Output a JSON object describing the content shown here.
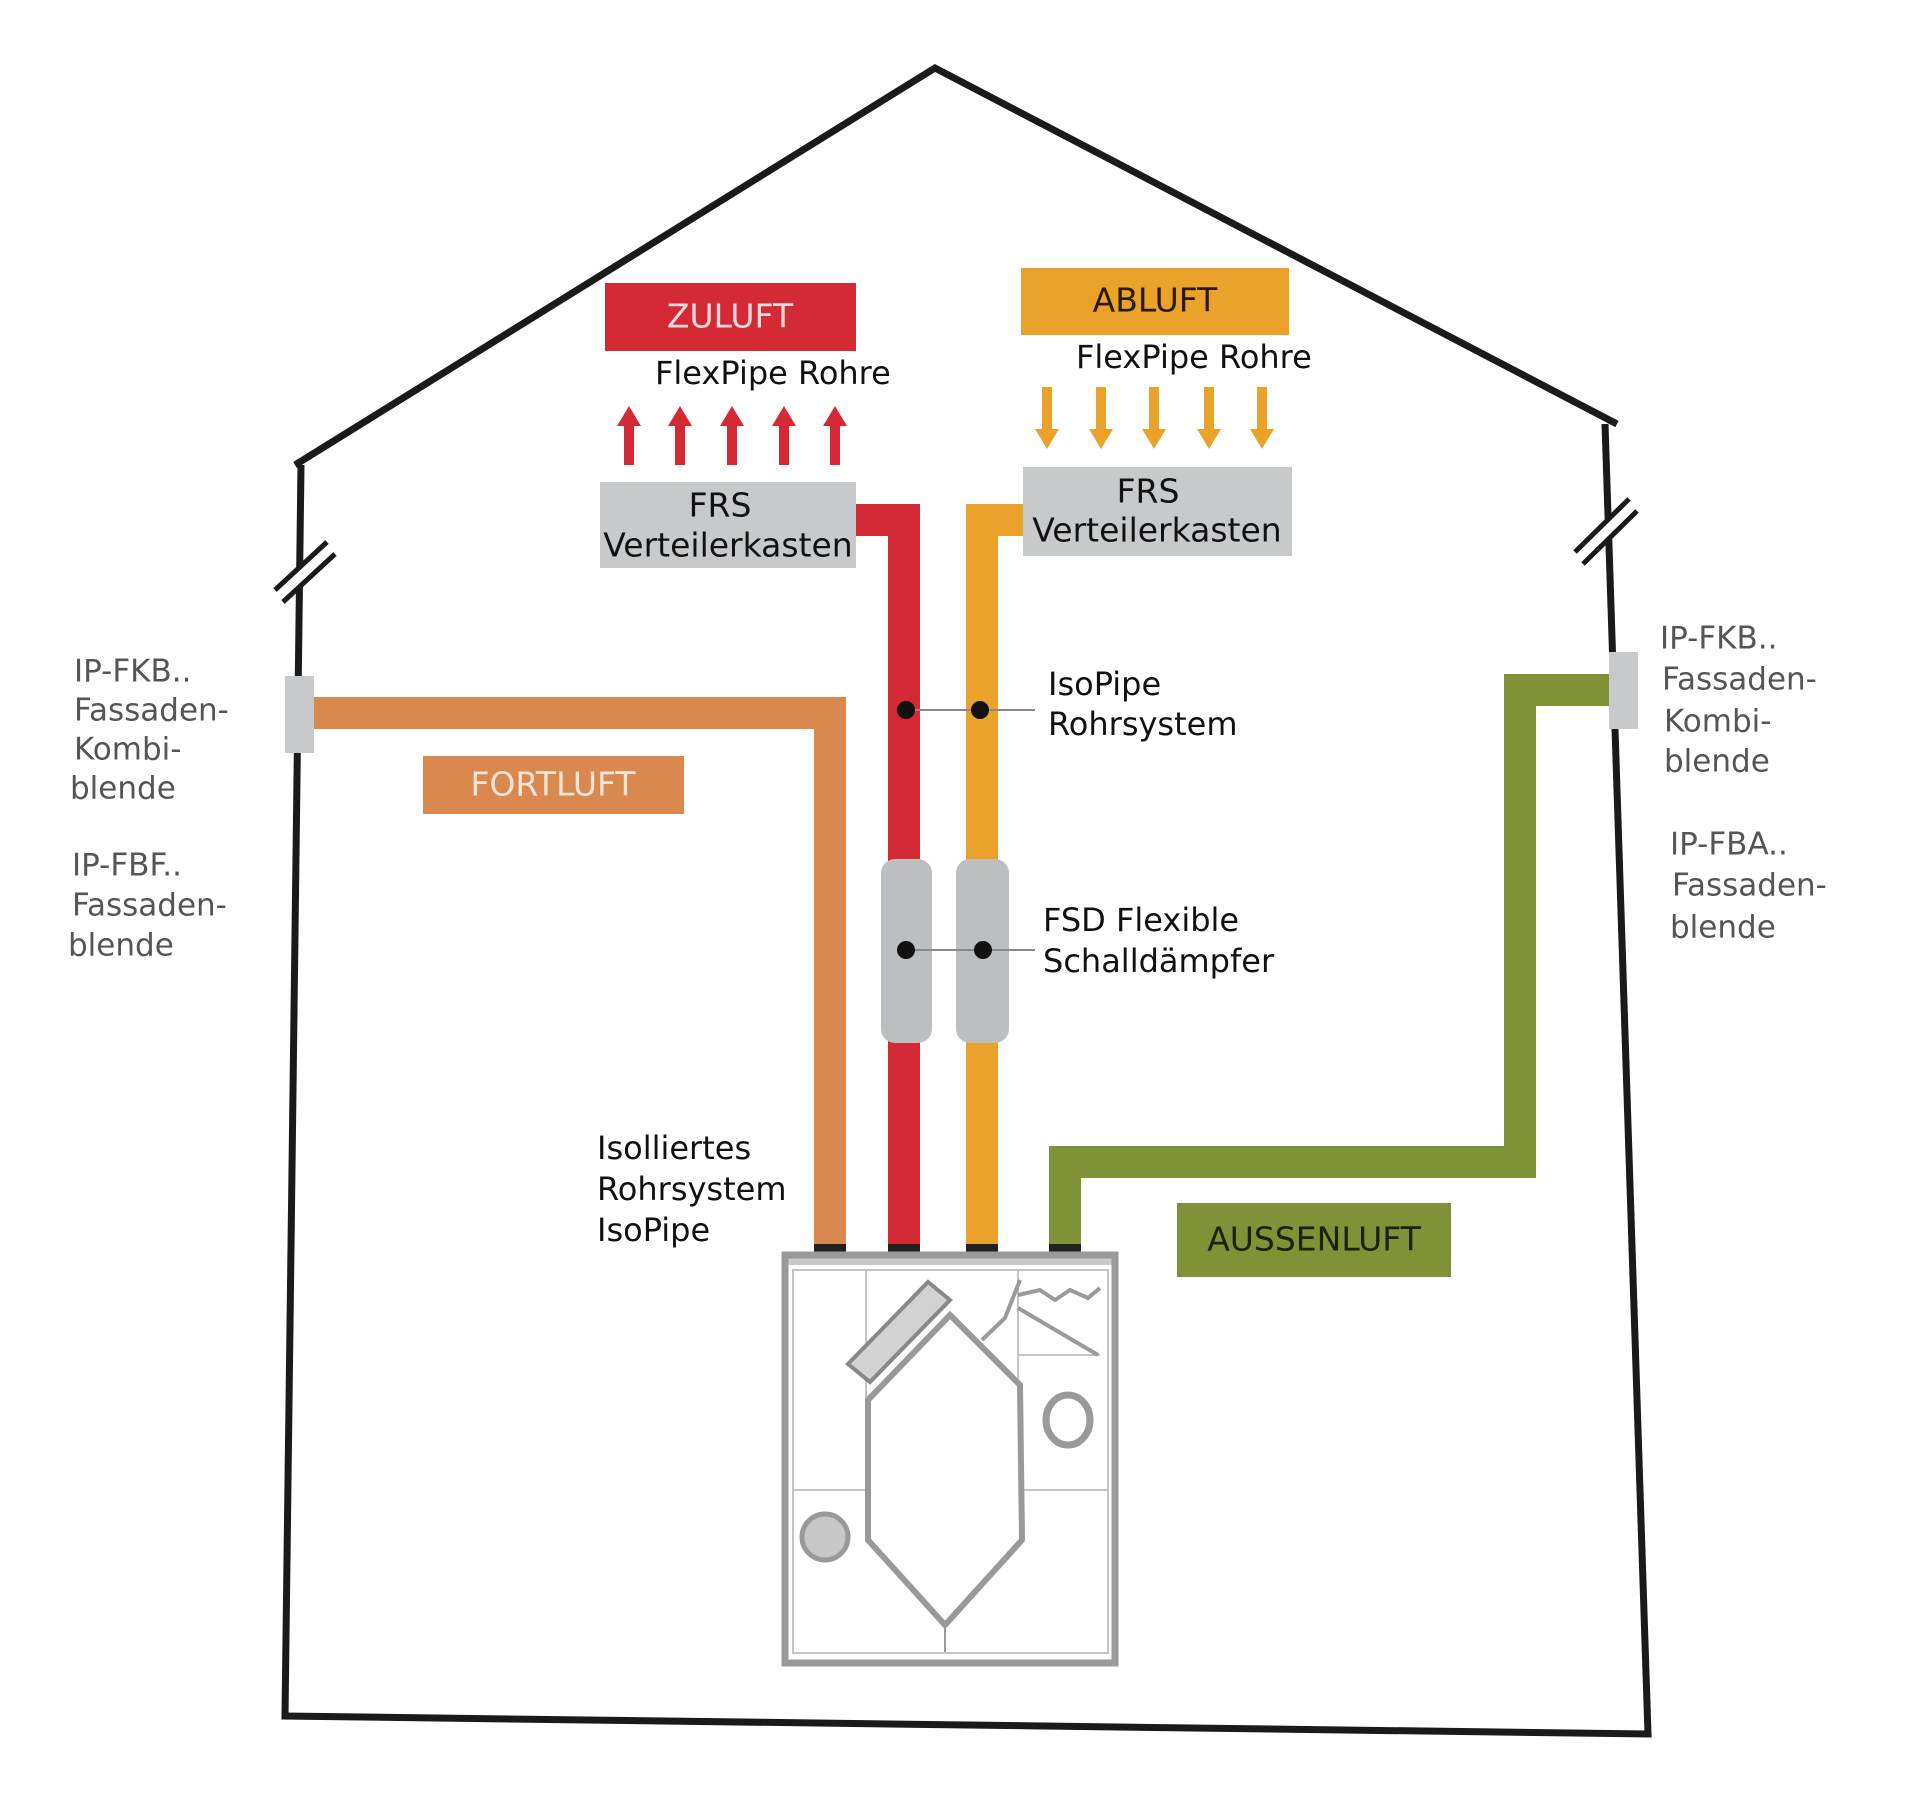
{
  "colors": {
    "zuluft": "#d42a35",
    "abluft": "#eba22a",
    "fortluft": "#d9884e",
    "aussenluft": "#7f9238",
    "distributor": "#c8c9cb",
    "outline": "#1a1a1a"
  },
  "labels": {
    "zuluft": "ZULUFT",
    "abluft": "ABLUFT",
    "fortluft": "FORTLUFT",
    "aussenluft": "AUSSENLUFT",
    "flexpipe_left": "FlexPipe Rohre",
    "flexpipe_right": "FlexPipe Rohre",
    "frs_left": [
      "FRS",
      "Verteilerkasten"
    ],
    "frs_right": [
      "FRS",
      "Verteilerkasten"
    ],
    "isopipe": [
      "IsoPipe",
      "Rohrsystem"
    ],
    "fsd": [
      "FSD Flexible",
      "Schalldämpfer"
    ],
    "isoliertes": [
      "Isolliertes",
      "Rohrsystem",
      "IsoPipe"
    ],
    "left_fkb": [
      "IP-FKB..",
      "Fassaden-",
      "Kombi-",
      "blende"
    ],
    "left_fbf": [
      "IP-FBF..",
      "Fassaden-",
      "blende"
    ],
    "right_fkb": [
      "IP-FKB..",
      "Fassaden-",
      "Kombi-",
      "blende"
    ],
    "right_fba": [
      "IP-FBA..",
      "Fassaden-",
      "blende"
    ]
  }
}
